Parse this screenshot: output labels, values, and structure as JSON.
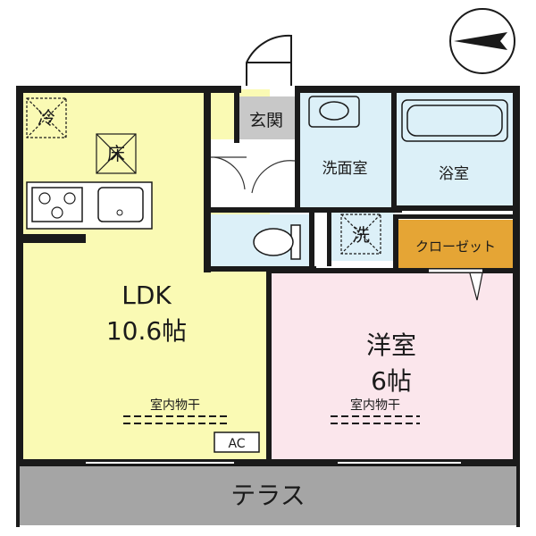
{
  "rooms": {
    "ldk": {
      "name": "LDK",
      "size": "10.6帖"
    },
    "western": {
      "name": "洋室",
      "size": "6帖"
    },
    "entrance": "玄関",
    "washroom": "洗面室",
    "bathroom": "浴室",
    "closet": "クローゼット",
    "terrace": "テラス"
  },
  "symbols": {
    "refrigerator": "冷",
    "floor": "床",
    "washer": "洗",
    "aircon": "AC",
    "drying_ldk": "室内物干",
    "drying_western": "室内物干"
  },
  "compass": "north-arrow-icon",
  "colors": {
    "ldk": "#fafab4",
    "western": "#fbe6ec",
    "wet": "#dcf0f8",
    "entrance": "#c8c8c8",
    "closet": "#e5a535",
    "terrace": "#a5a5a5",
    "wall": "#1a1a1a"
  }
}
